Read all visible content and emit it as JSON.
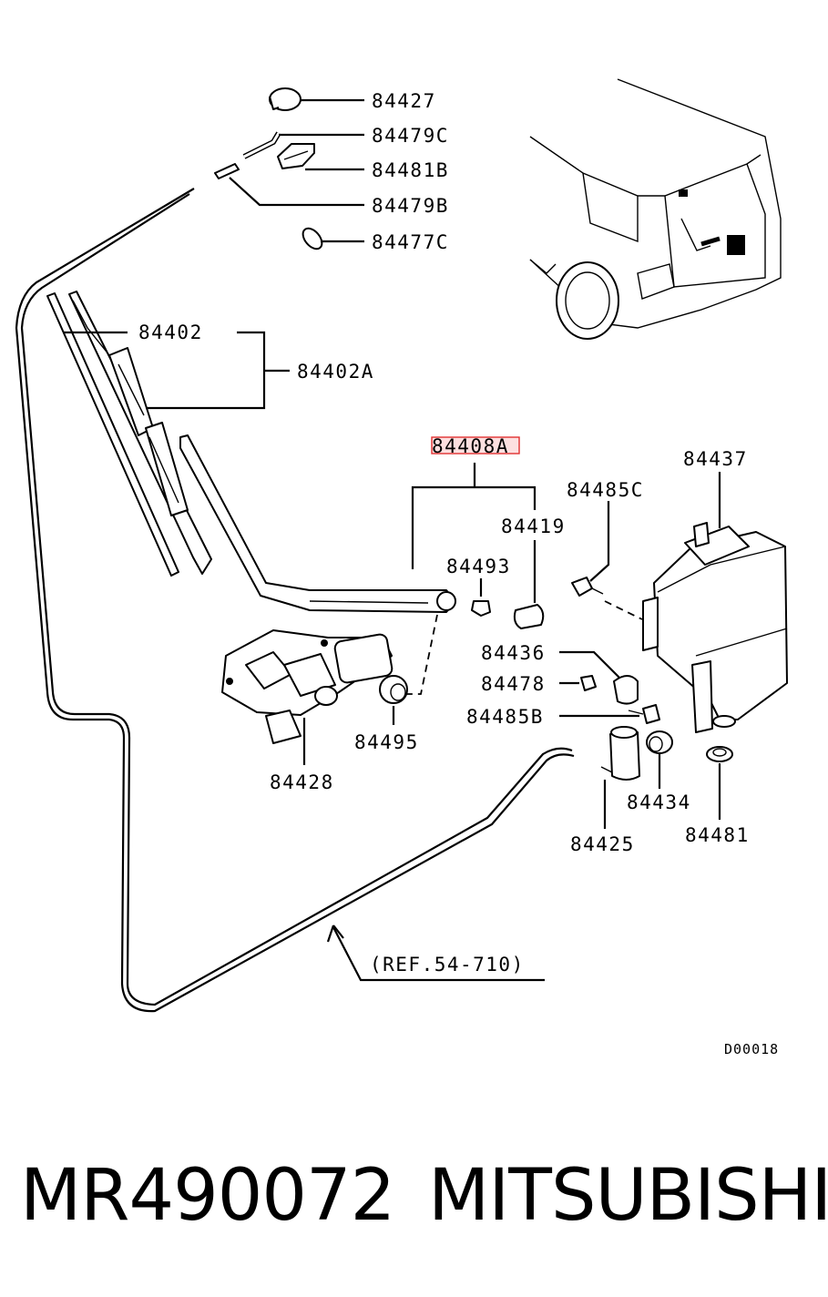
{
  "diagram": {
    "labels": {
      "p84427": "84427",
      "p84479C": "84479C",
      "p84481B": "84481B",
      "p84479B": "84479B",
      "p84477C": "84477C",
      "p84402": "84402",
      "p84402A": "84402A",
      "p84408A": "84408A",
      "p84419": "84419",
      "p84493": "84493",
      "p84485C": "84485C",
      "p84437": "84437",
      "p84436": "84436",
      "p84478": "84478",
      "p84485B": "84485B",
      "p84495": "84495",
      "p84428": "84428",
      "p84434": "84434",
      "p84425": "84425",
      "p84481": "84481",
      "ref": "(REF.54-710)",
      "code": "D00018"
    },
    "highlight_color": "#e03030"
  },
  "footer": {
    "part_number": "MR490072",
    "brand": "MITSUBISHI"
  }
}
